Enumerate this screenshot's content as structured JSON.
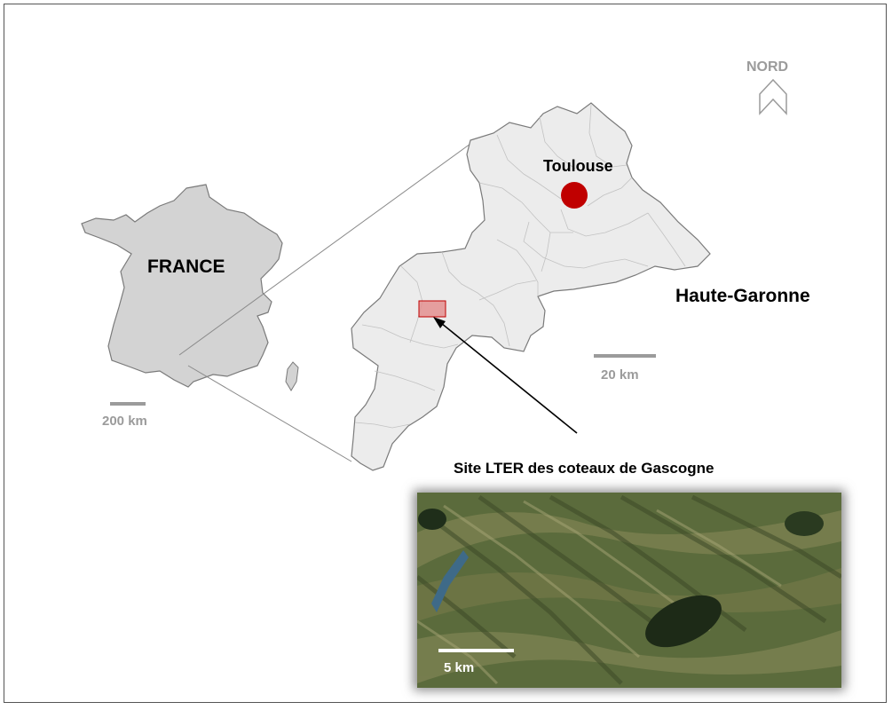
{
  "labels": {
    "france": "FRANCE",
    "region": "Haute-Garonne",
    "city": "Toulouse",
    "north": "NORD",
    "site": "Site LTER des coteaux de  Gascogne"
  },
  "scale_bars": {
    "france": "200 km",
    "region": "20 km",
    "satellite": "5 km"
  },
  "colors": {
    "land_fill": "#d3d3d3",
    "region_fill": "#ececec",
    "border": "#7a7a7a",
    "city_marker": "#c00000",
    "site_box": "#e38b8b",
    "scale_gray": "#9b9b9b",
    "satellite_base": "#5b6b3c"
  },
  "icons": {
    "north": "north-arrow-icon",
    "city": "city-marker-icon"
  }
}
